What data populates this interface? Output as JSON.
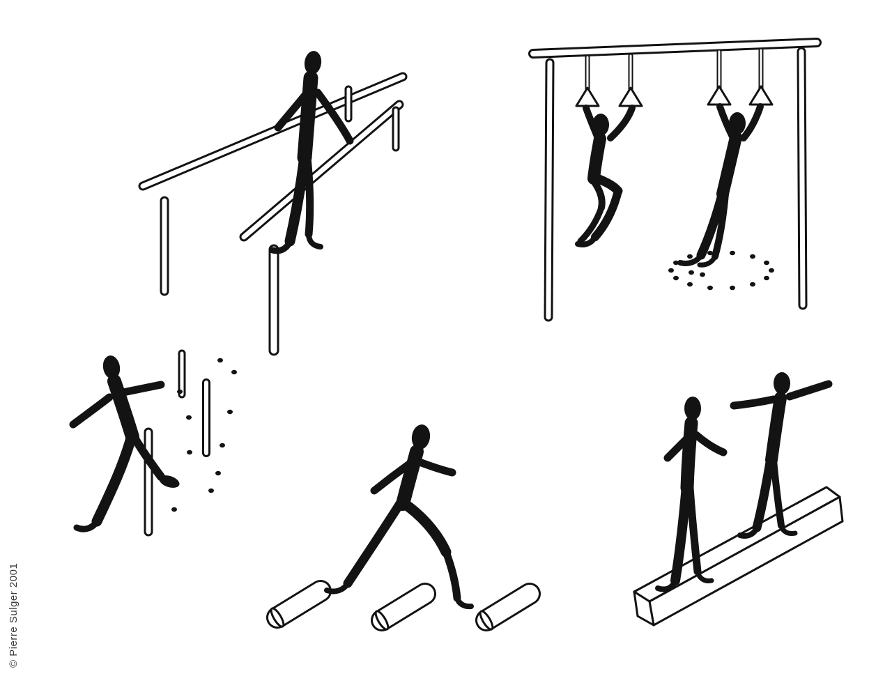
{
  "image": {
    "kind": "exercise-pictograms",
    "background_color": "#ffffff",
    "ink_color": "#131313"
  },
  "copyright": "© Pierre Sulger 2001",
  "scenes": [
    {
      "id": "parallel-bars",
      "label": "walking between parallel bars"
    },
    {
      "id": "hanging-rings",
      "label": "hanging from triangle rings"
    },
    {
      "id": "slalom-posts",
      "label": "weaving between posts"
    },
    {
      "id": "running-logs",
      "label": "running over logs"
    },
    {
      "id": "balance-beam",
      "label": "walking on balance beam"
    }
  ]
}
